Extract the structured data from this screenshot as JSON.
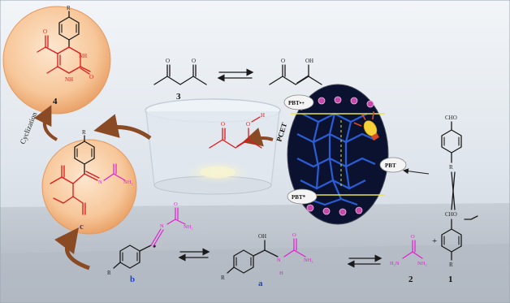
{
  "labels": {
    "compound_3": "3",
    "compound_4": "4",
    "compound_c": "c",
    "compound_b": "b",
    "compound_a": "a",
    "compound_2": "2",
    "compound_1": "1",
    "cyclization": "Cyclization",
    "pcet": "PCET",
    "pbt_radical_cation": "PBT•+",
    "pbt": "PBT",
    "pbt_excited": "PBT*",
    "r_group": "R",
    "oh": "OH",
    "o": "O",
    "h": "H",
    "nh": "NH",
    "n": "N",
    "nh2": "NH₂",
    "h2n": "H₂N",
    "cho": "CHO",
    "plus": "+"
  },
  "colors": {
    "product_red": "#e01818",
    "urea_magenta": "#e020d0",
    "label_blue": "#2040d0",
    "circle_fill": "#f7c79a",
    "catalyst_dark": "#0a1230",
    "framework_blue": "#2f66e6",
    "node_purple": "#c24aa8",
    "arrow_brown": "#8a4a24"
  },
  "icons": {
    "lamp": "light-bulb-icon",
    "beaker": "beaker-icon"
  }
}
